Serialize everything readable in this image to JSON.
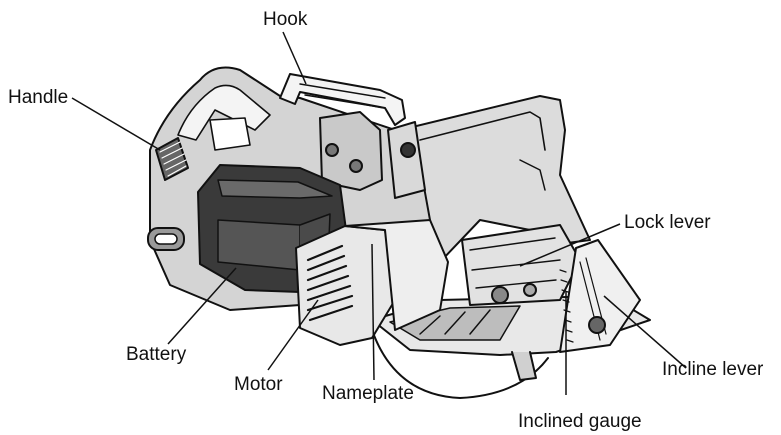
{
  "diagram": {
    "labels": {
      "hook": "Hook",
      "handle": "Handle",
      "lock_lever": "Lock lever",
      "battery": "Battery",
      "motor": "Motor",
      "nameplate": "Nameplate",
      "incline_lever": "Incline lever",
      "inclined_gauge": "Inclined gauge"
    },
    "colors": {
      "ink": "#111111",
      "battery_fill": "#3a3a3a",
      "body_fill": "#d4d4d4",
      "light_fill": "#ffffff"
    }
  }
}
